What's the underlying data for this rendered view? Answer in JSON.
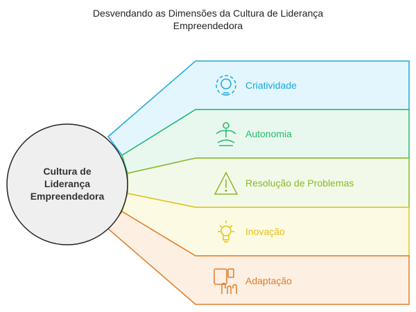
{
  "title_line1": "Desvendando as Dimensões da Cultura de Liderança",
  "title_line2": "Empreendedora",
  "center": {
    "line1": "Cultura de",
    "line2": "Liderança",
    "line3": "Empreendedora"
  },
  "items": [
    {
      "label": "Criatividade",
      "icon": "gear-lightbulb-icon",
      "color": "#1aa7dc",
      "fill": "#e4f6fd"
    },
    {
      "label": "Autonomia",
      "icon": "meditation-person-icon",
      "color": "#22bb6a",
      "fill": "#e9f8ef"
    },
    {
      "label": "Resolução de Problemas",
      "icon": "warning-triangle-icon",
      "color": "#88b827",
      "fill": "#f3f9e8"
    },
    {
      "label": "Inovação",
      "icon": "lightbulb-icon",
      "color": "#e3c213",
      "fill": "#fdfae3"
    },
    {
      "label": "Adaptação",
      "icon": "devices-hand-icon",
      "color": "#e07b28",
      "fill": "#fdf0e3"
    }
  ]
}
